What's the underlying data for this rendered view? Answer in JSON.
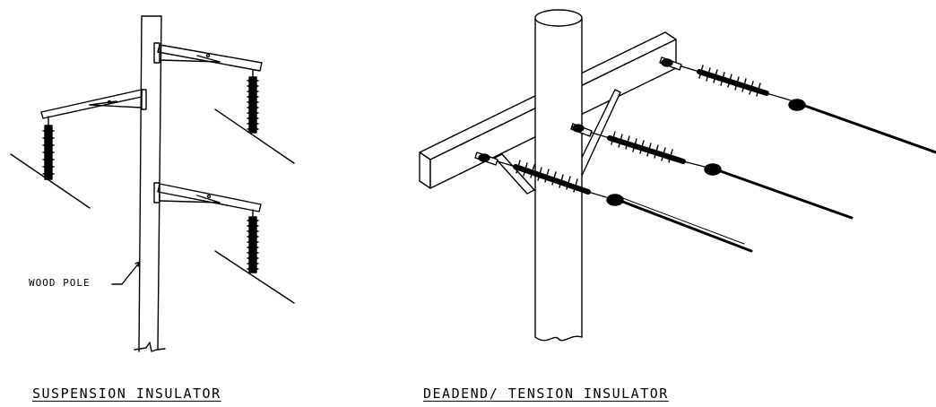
{
  "labels": {
    "wood_pole": "WOOD POLE",
    "suspension_caption": "SUSPENSION INSULATOR",
    "deadend_caption": "DEADEND/ TENSION INSULATOR"
  },
  "colors": {
    "ink": "#000000",
    "background": "#ffffff"
  }
}
